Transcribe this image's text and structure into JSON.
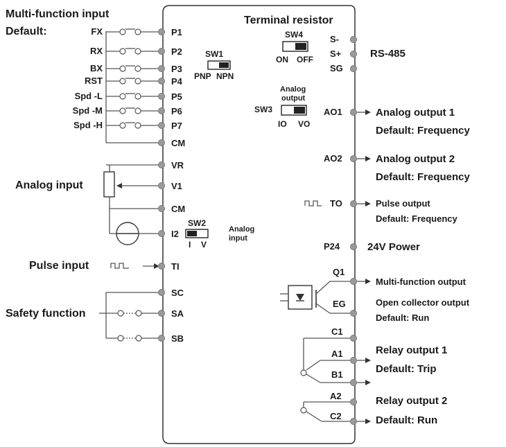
{
  "left": {
    "multi_function_title": "Multi-function input",
    "default_label": "Default:",
    "inputs": [
      {
        "name": "FX",
        "terminal": "P1"
      },
      {
        "name": "RX",
        "terminal": "P2"
      },
      {
        "name": "BX",
        "terminal": "P3"
      },
      {
        "name": "RST",
        "terminal": "P4"
      },
      {
        "name": "Spd -L",
        "terminal": "P5"
      },
      {
        "name": "Spd -M",
        "terminal": "P6"
      },
      {
        "name": "Spd -H",
        "terminal": "P7"
      }
    ],
    "cm1": "CM",
    "vr": "VR",
    "v1": "V1",
    "cm2": "CM",
    "i2": "I2",
    "ti": "TI",
    "sc": "SC",
    "sa": "SA",
    "sb": "SB",
    "analog_input_label": "Analog input",
    "pulse_input_label": "Pulse input",
    "safety_function_label": "Safety function"
  },
  "switches": {
    "sw1": {
      "name": "SW1",
      "left": "PNP",
      "right": "NPN"
    },
    "sw2": {
      "name": "SW2",
      "left": "I",
      "right": "V",
      "caption_line1": "Analog",
      "caption_line2": "input"
    },
    "sw3": {
      "name": "SW3",
      "left": "IO",
      "right": "VO",
      "caption_line1": "Analog",
      "caption_line2": "output"
    },
    "sw4": {
      "name": "SW4",
      "left": "ON",
      "right": "OFF"
    }
  },
  "right": {
    "terminal_resistor_title": "Terminal resistor",
    "s_minus": "S-",
    "s_plus": "S+",
    "sg": "SG",
    "rs485": "RS-485",
    "ao1": "AO1",
    "ao1_label": "Analog output 1",
    "ao1_default": "Default: Frequency",
    "ao2": "AO2",
    "ao2_label": "Analog output 2",
    "ao2_default": "Default: Frequency",
    "to": "TO",
    "to_label": "Pulse output",
    "to_default": "Default: Frequency",
    "p24": "P24",
    "p24_label": "24V Power",
    "q1": "Q1",
    "q1_label": "Multi-function output",
    "eg": "EG",
    "eg_label": "Open collector output",
    "eg_default": "Default: Run",
    "c1": "C1",
    "a1": "A1",
    "b1": "B1",
    "relay1_label": "Relay output 1",
    "relay1_default": "Default: Trip",
    "a2": "A2",
    "c2": "C2",
    "relay2_label": "Relay output 2",
    "relay2_default": "Default: Run"
  }
}
